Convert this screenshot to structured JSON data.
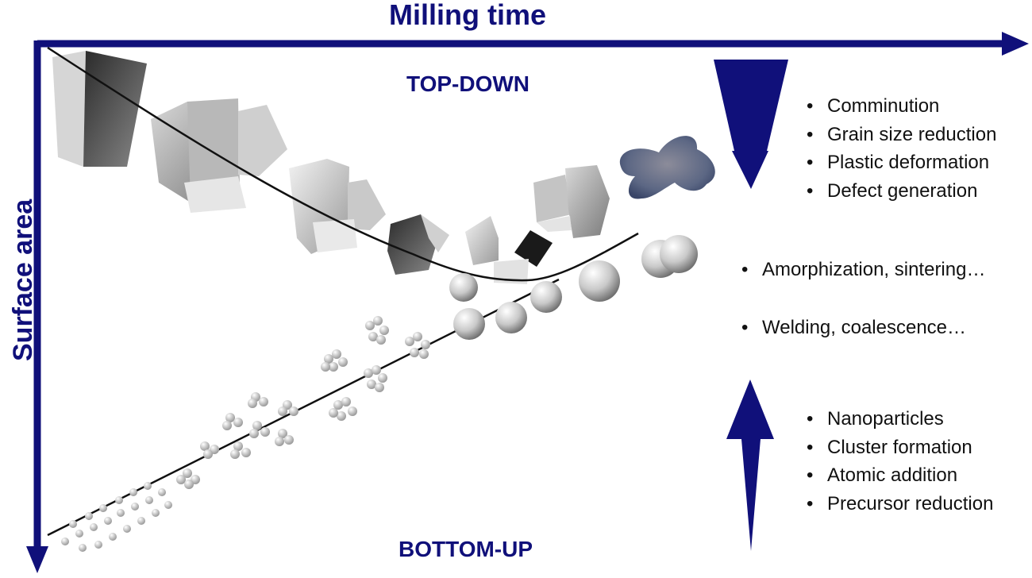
{
  "axes": {
    "x_title": "Milling time",
    "y_title": "Surface area"
  },
  "regions": {
    "top_label": "TOP-DOWN",
    "bottom_label": "BOTTOM-UP"
  },
  "lists": {
    "top_down": [
      "Comminution",
      "Grain size reduction",
      "Plastic deformation",
      "Defect generation"
    ],
    "middle": [
      "Amorphization, sintering…",
      "Welding, coalescence…"
    ],
    "bottom_up": [
      "Nanoparticles",
      "Cluster formation",
      "Atomic addition",
      "Precursor reduction"
    ]
  },
  "colors": {
    "axis": "#10107a",
    "text": "#111111",
    "curve": "#111111"
  }
}
